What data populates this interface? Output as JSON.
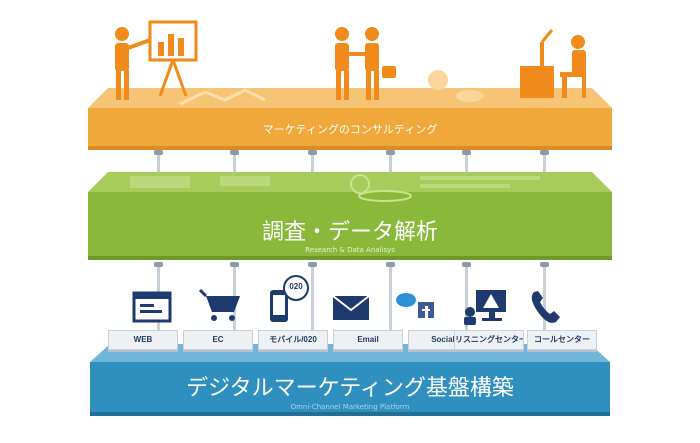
{
  "layers": {
    "consulting": {
      "title": "マーケティングのコンサルティング",
      "color": "#f0a83a"
    },
    "research": {
      "title": "調査・データ解析",
      "subtitle": "Research & Data Analisys",
      "color": "#8ab83a"
    },
    "platform": {
      "title": "デジタルマーケティング基盤構築",
      "subtitle": "Omni-Channel Marketing Platform",
      "color": "#2f8fbf"
    }
  },
  "channels": [
    {
      "label": "WEB",
      "icon": "browser-window-icon"
    },
    {
      "label": "EC",
      "icon": "shopping-cart-icon"
    },
    {
      "label": "モバイル/020",
      "icon": "smartphone-020-icon",
      "badge": "020"
    },
    {
      "label": "Email",
      "icon": "envelope-icon"
    },
    {
      "label": "Social",
      "icon": "twitter-facebook-icon"
    },
    {
      "label": "リスニングセンター",
      "icon": "monitor-alert-icon"
    },
    {
      "label": "コールセンター",
      "icon": "telephone-icon"
    }
  ],
  "colors": {
    "icon": "#1e3a6e",
    "figure": "#f08a1a",
    "chip_text": "#1e3a5f"
  }
}
